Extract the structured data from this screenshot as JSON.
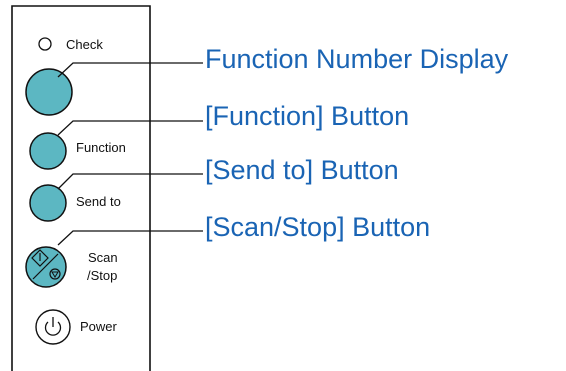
{
  "panel": {
    "check_label": "Check",
    "function_label": "Function",
    "send_to_label": "Send to",
    "scan_label_line1": "Scan",
    "scan_label_line2": "/Stop",
    "power_label": "Power"
  },
  "callouts": {
    "function_number_display": "Function Number Display",
    "function_button": "[Function] Button",
    "send_to_button": "[Send to] Button",
    "scan_stop_button": "[Scan/Stop] Button"
  },
  "colors": {
    "button_fill": "#5cb7c2",
    "callout_text": "#1a64b4",
    "line": "#111111"
  }
}
